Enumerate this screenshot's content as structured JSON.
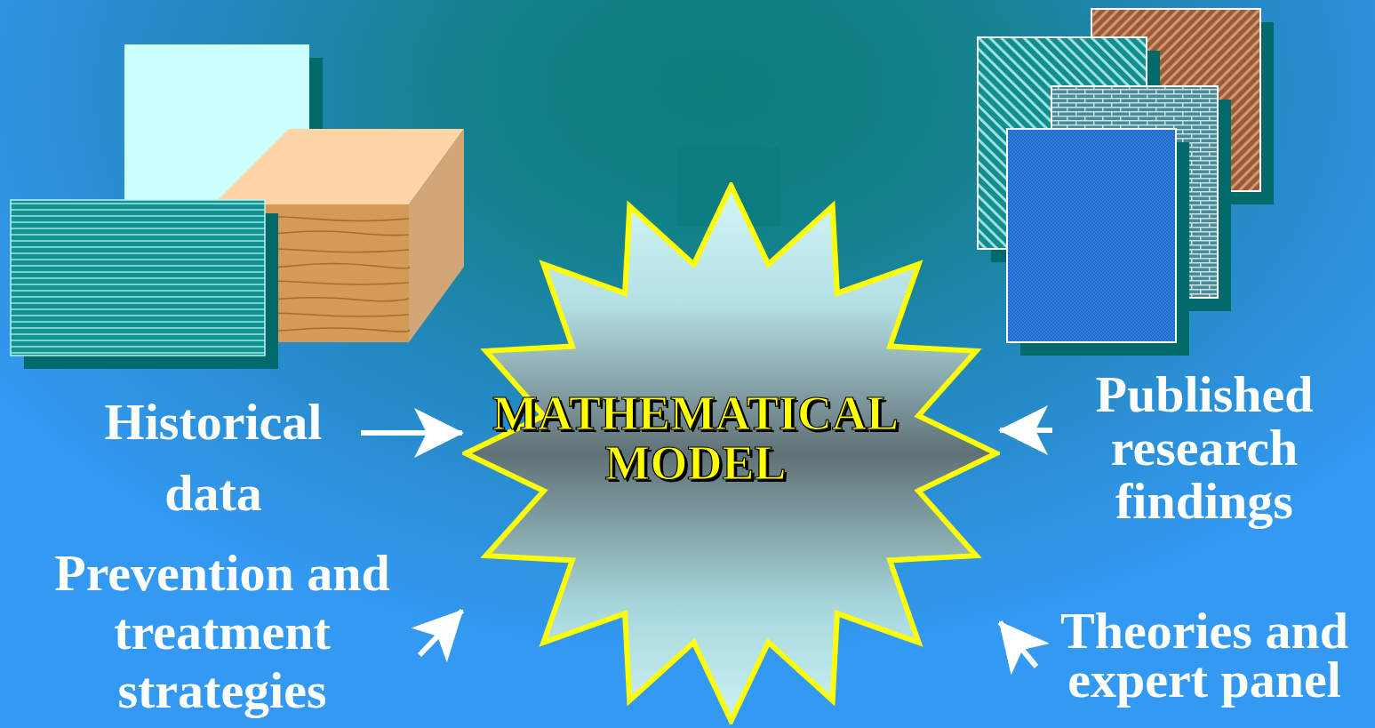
{
  "diagram": {
    "nodes": [
      {
        "text": [
          "Historical data"
        ]
      },
      {
        "text": [
          "MATHEMATICAL MODEL"
        ]
      },
      {
        "text": [
          "Published research findings"
        ]
      },
      {
        "text": [
          "Prevention and treatment strategies"
        ]
      },
      {
        "text": [
          "Theories and expert panel"
        ]
      }
    ],
    "edges": [
      {
        "from": 0,
        "to": 1,
        "arrow": "to"
      },
      {
        "from": 2,
        "to": 1,
        "arrow": "to"
      },
      {
        "from": 3,
        "to": 1,
        "arrow": "to"
      },
      {
        "from": 4,
        "to": 1,
        "arrow": "to"
      }
    ]
  }
}
